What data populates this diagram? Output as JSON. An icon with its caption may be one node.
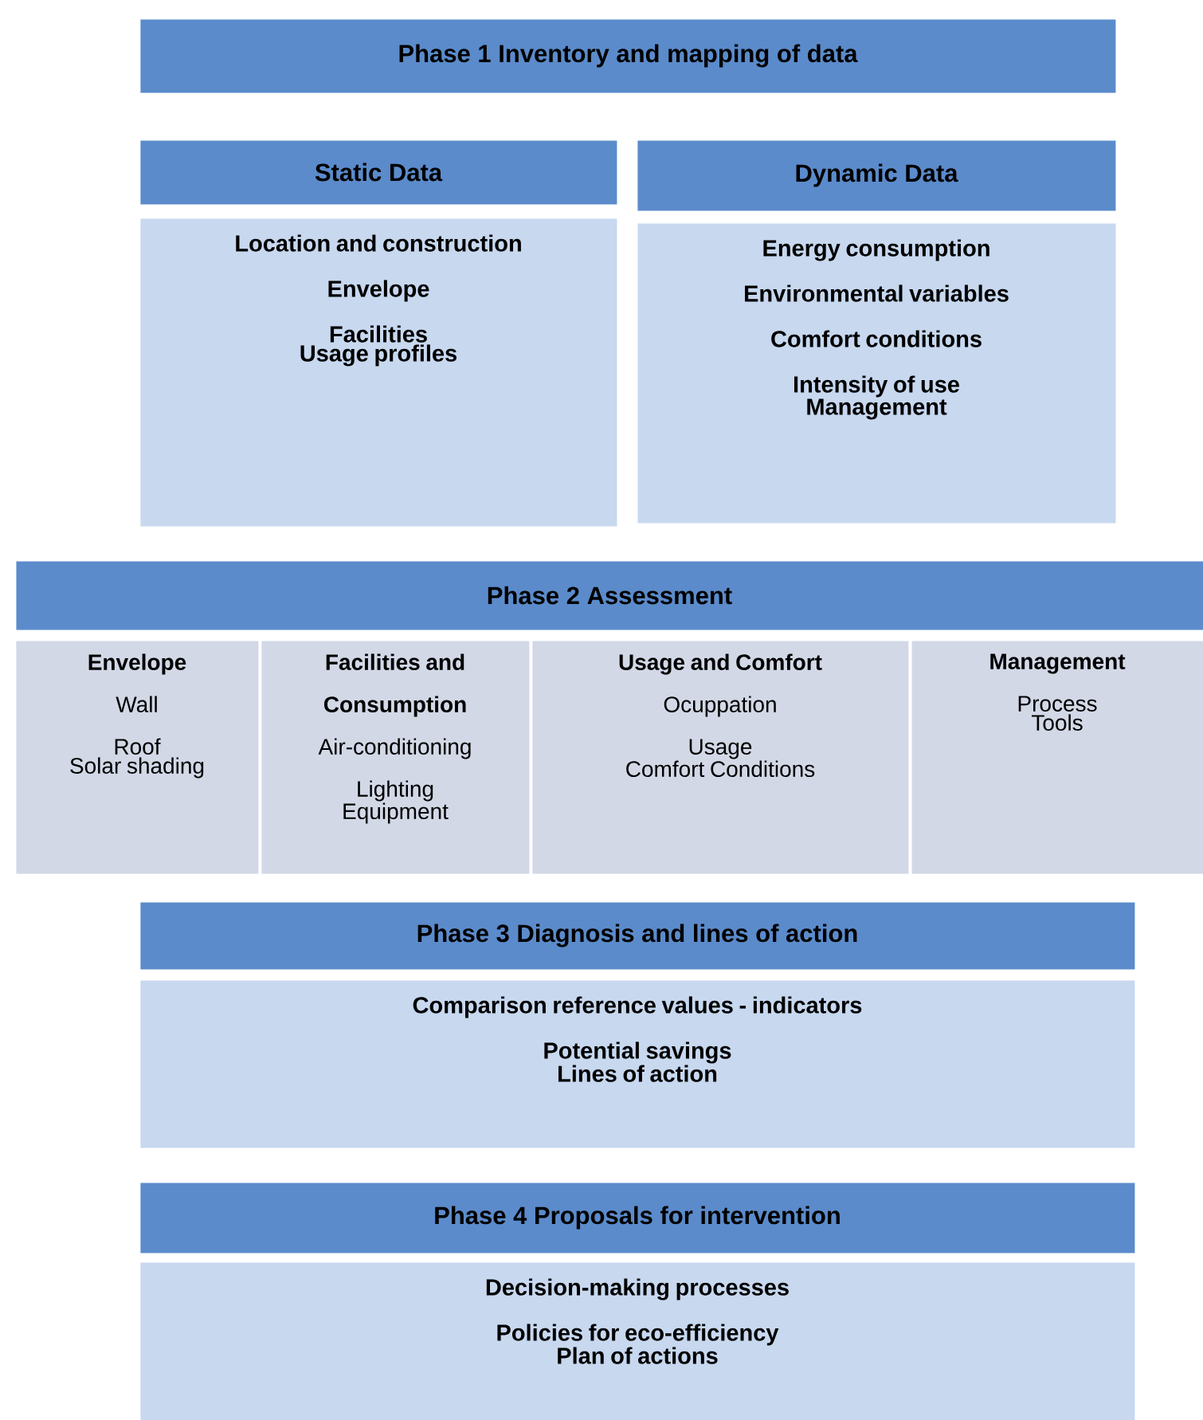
{
  "diagram": {
    "nodes": [
      {
        "text": [
          "Phase 1 Inventory and mapping of data"
        ]
      },
      {
        "text": [
          "Static Data"
        ]
      },
      {
        "text": [
          "Location and construction",
          "Envelope",
          "Facilities",
          "Usage profiles"
        ]
      },
      {
        "text": [
          "Dynamic Data"
        ]
      },
      {
        "text": [
          "Energy consumption",
          "Environmental variables",
          "Comfort conditions",
          "Intensity of use",
          "Management"
        ]
      },
      {
        "text": [
          "Phase 2 Assessment"
        ]
      },
      {
        "text": [
          "Envelope",
          "Wall",
          "Roof",
          "Solar shading"
        ]
      },
      {
        "text": [
          "Facilities and Consumption",
          "Air-conditioning",
          "Lighting",
          "Equipment"
        ]
      },
      {
        "text": [
          "Usage and Comfort",
          "Ocuppation",
          "Usage",
          "Comfort Conditions"
        ]
      },
      {
        "text": [
          "Management",
          "Process",
          "Tools"
        ]
      },
      {
        "text": [
          "Phase 3 Diagnosis and lines of action"
        ]
      },
      {
        "text": [
          "Comparison reference values - indicators",
          "Potential savings",
          "Lines of action"
        ]
      },
      {
        "text": [
          "Phase 4 Proposals for intervention"
        ]
      },
      {
        "text": [
          "Decision-making processes",
          "Policies for eco-efficiency",
          "Plan of actions"
        ]
      }
    ]
  }
}
